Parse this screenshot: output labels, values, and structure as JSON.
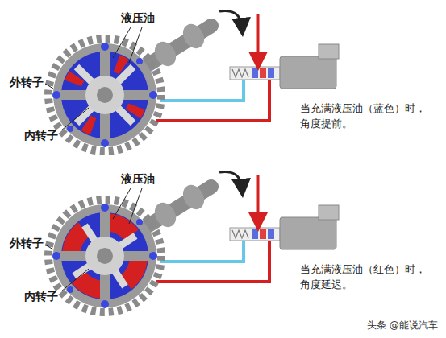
{
  "diagram": {
    "labels": [
      "液压油",
      "外转子",
      "内转子",
      "当充满液压油（蓝色）时，角度提前。",
      "液压油",
      "外转子",
      "内转子",
      "当充满液压油（红色）时，角度延迟。",
      "头条 @能说汽车"
    ]
  }
}
